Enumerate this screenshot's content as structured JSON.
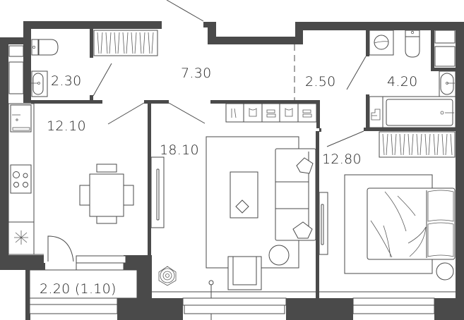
{
  "plan": {
    "type": "apartment floor plan",
    "wall_color": "#4a4a4a",
    "rooms": [
      {
        "id": "bathroom-1",
        "area": "2.30"
      },
      {
        "id": "hallway",
        "area": "7.30"
      },
      {
        "id": "hall-2",
        "area": "2.50"
      },
      {
        "id": "bathroom-2",
        "area": "4.20"
      },
      {
        "id": "kitchen",
        "area": "12.10"
      },
      {
        "id": "living-room",
        "area": "18.10"
      },
      {
        "id": "bedroom",
        "area": "12.80"
      },
      {
        "id": "balcony",
        "area": "2.20 (1.10)"
      }
    ]
  }
}
